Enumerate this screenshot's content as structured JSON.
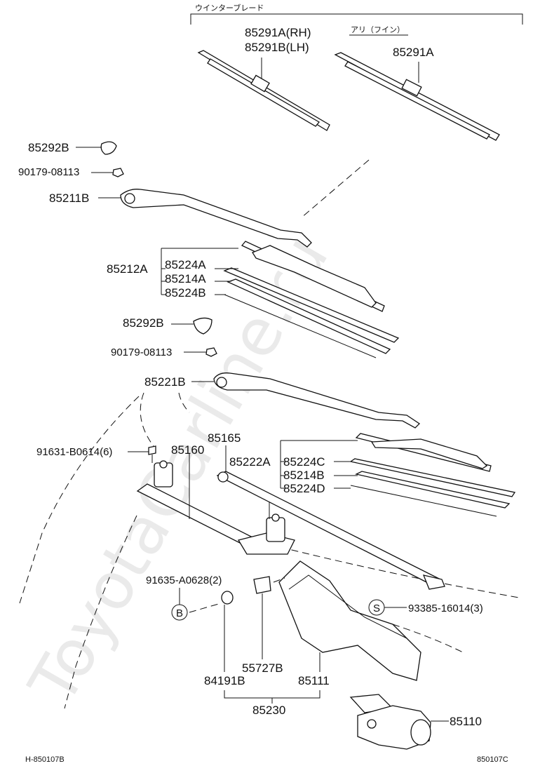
{
  "labels": {
    "winter_blade": "ウインターブレード",
    "ari_fine": "アリ（フイン）",
    "p85291A_RH": "85291A(RH)",
    "p85291B_LH": "85291B(LH)",
    "p85291A": "85291A",
    "p85292B_a": "85292B",
    "p90179_a": "90179-08113",
    "p85211B": "85211B",
    "p85212A": "85212A",
    "p85224A": "85224A",
    "p85214A": "85214A",
    "p85224B": "85224B",
    "p85292B_b": "85292B",
    "p90179_b": "90179-08113",
    "p85221B": "85221B",
    "p91631": "91631-B0614(6)",
    "p85160": "85160",
    "p85165": "85165",
    "p85222A": "85222A",
    "p85224C": "85224C",
    "p85214B": "85214B",
    "p85224D": "85224D",
    "p91635": "91635-A0628(2)",
    "circle_b": "B",
    "circle_s": "S",
    "p93385": "93385-16014(3)",
    "p55727B": "55727B",
    "p84191B": "84191B",
    "p85111": "85111",
    "p85230": "85230",
    "p85110": "85110",
    "ref_left": "H-850107B",
    "ref_right": "850107C"
  },
  "watermark": "ToyotaCarline.ru",
  "colors": {
    "ink": "#111111",
    "watermark": "#d9d9d9"
  }
}
